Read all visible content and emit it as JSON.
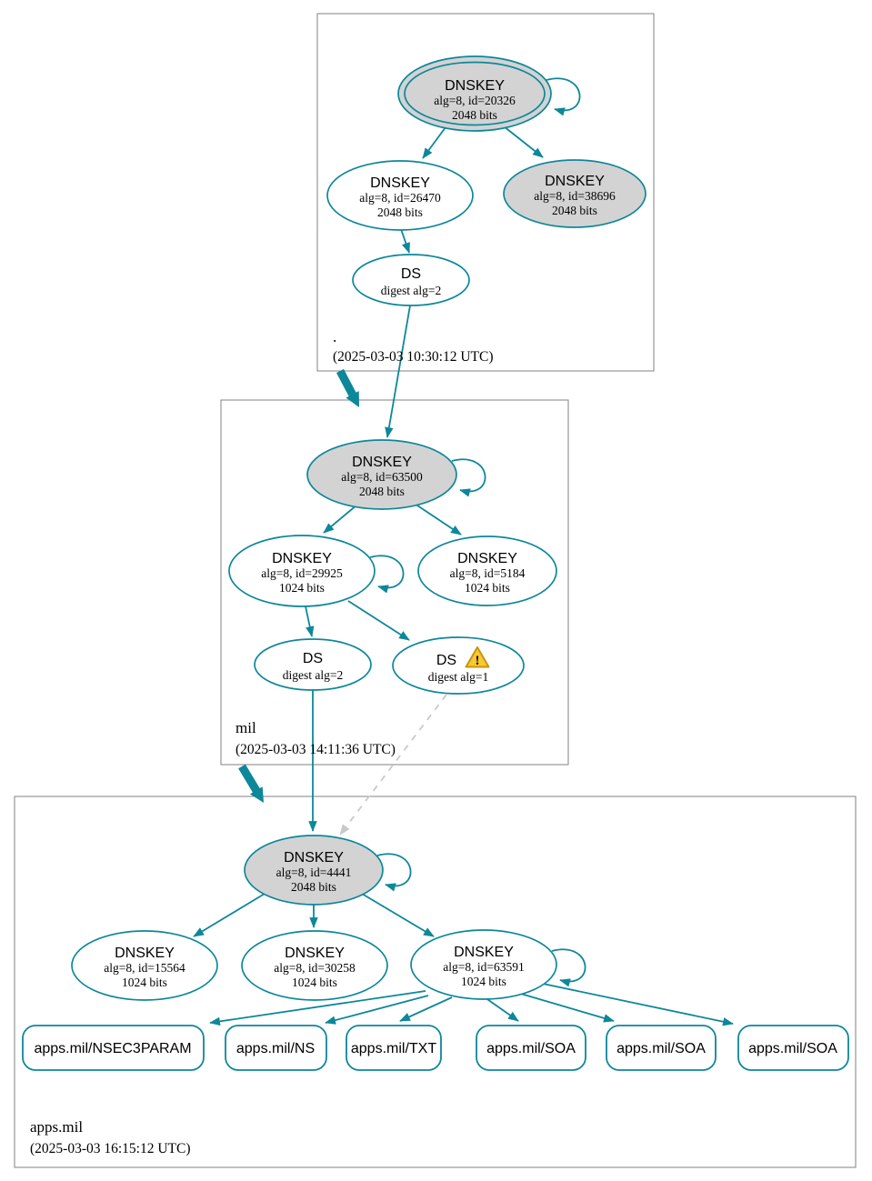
{
  "colors": {
    "secure_edge": "#0d879a",
    "ksk_fill": "#d3d3d3",
    "node_fill": "#ffffff",
    "warning_fill": "#fac832",
    "warning_stroke": "#c8950f",
    "insecure_dashed_edge": "#c9c9c9",
    "zone_border": "#808080"
  },
  "zones": [
    {
      "label": ".",
      "timestamp": "(2025-03-03 10:30:12 UTC)",
      "nodes": {
        "ksk": {
          "title": "DNSKEY",
          "attrs": "alg=8, id=20326",
          "bits": "2048 bits"
        },
        "zsk": {
          "title": "DNSKEY",
          "attrs": "alg=8, id=26470",
          "bits": "2048 bits"
        },
        "revoked": {
          "title": "DNSKEY",
          "attrs": "alg=8, id=38696",
          "bits": "2048 bits"
        },
        "ds": {
          "title": "DS",
          "attrs": "digest alg=2"
        }
      }
    },
    {
      "label": "mil",
      "timestamp": "(2025-03-03 14:11:36 UTC)",
      "nodes": {
        "ksk": {
          "title": "DNSKEY",
          "attrs": "alg=8, id=63500",
          "bits": "2048 bits"
        },
        "zsk": {
          "title": "DNSKEY",
          "attrs": "alg=8, id=29925",
          "bits": "1024 bits"
        },
        "zsk2": {
          "title": "DNSKEY",
          "attrs": "alg=8, id=5184",
          "bits": "1024 bits"
        },
        "ds2": {
          "title": "DS",
          "attrs": "digest alg=2"
        },
        "ds1": {
          "title": "DS",
          "attrs": "digest alg=1",
          "icon": "warning-triangle-icon",
          "warning_glyph": "!"
        }
      }
    },
    {
      "label": "apps.mil",
      "timestamp": "(2025-03-03 16:15:12 UTC)",
      "nodes": {
        "ksk": {
          "title": "DNSKEY",
          "attrs": "alg=8, id=4441",
          "bits": "2048 bits"
        },
        "zsk1": {
          "title": "DNSKEY",
          "attrs": "alg=8, id=15564",
          "bits": "1024 bits"
        },
        "zsk2": {
          "title": "DNSKEY",
          "attrs": "alg=8, id=30258",
          "bits": "1024 bits"
        },
        "zsk3": {
          "title": "DNSKEY",
          "attrs": "alg=8, id=63591",
          "bits": "1024 bits"
        }
      },
      "rrsets": [
        {
          "label": "apps.mil/NSEC3PARAM"
        },
        {
          "label": "apps.mil/NS"
        },
        {
          "label": "apps.mil/TXT"
        },
        {
          "label": "apps.mil/SOA"
        },
        {
          "label": "apps.mil/SOA"
        },
        {
          "label": "apps.mil/SOA"
        }
      ]
    }
  ]
}
